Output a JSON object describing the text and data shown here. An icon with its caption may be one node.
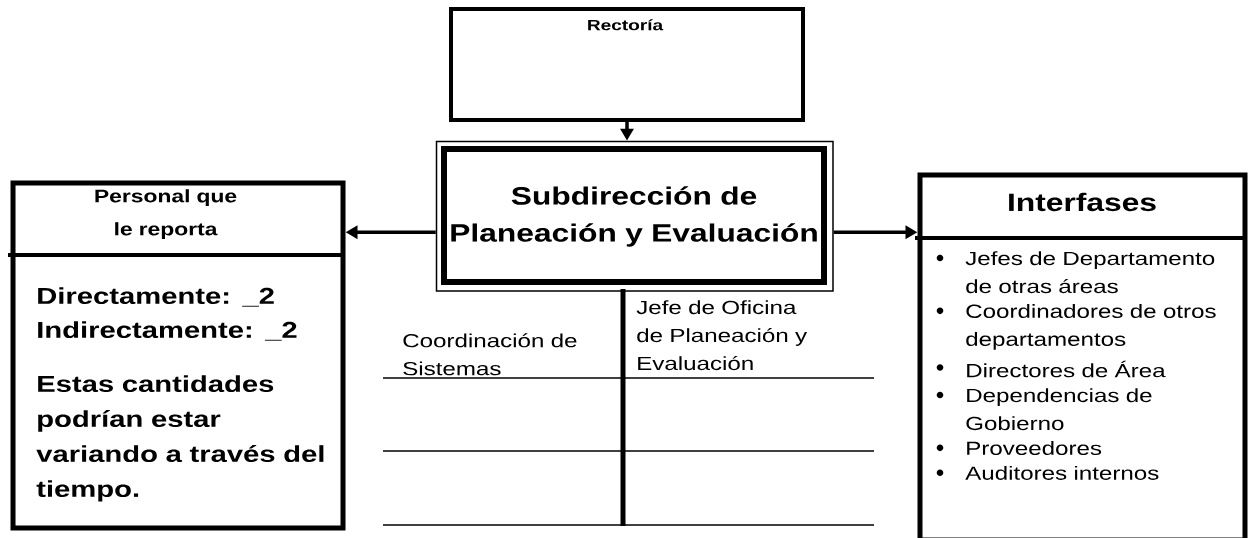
{
  "diagram": {
    "nodes": [
      {
        "text": [
          "Rectoría"
        ]
      },
      {
        "text": [
          "Subdirección de Planeación y Evaluación"
        ]
      },
      {
        "text": [
          "Personal que le reporta",
          "Directamente: _2",
          "Indirectamente: _2",
          "Estas cantidades podrían estar variando a través del tiempo."
        ]
      },
      {
        "text": [
          "Interfases",
          "Jefes de Departamento de otras áreas",
          "Coordinadores de otros departamentos",
          "Directores de  Área",
          "Dependencias de Gobierno",
          "Proveedores",
          "Auditores internos"
        ]
      }
    ],
    "edges": [
      {
        "from": 0,
        "to": 1,
        "arrow": "to"
      },
      {
        "from": 1,
        "to": 2,
        "arrow": "to"
      },
      {
        "from": 1,
        "to": 3,
        "arrow": "to"
      }
    ],
    "labels": [
      "Coordinación de Sistemas",
      "Jefe de Oficina de Planeación y Evaluación"
    ]
  }
}
